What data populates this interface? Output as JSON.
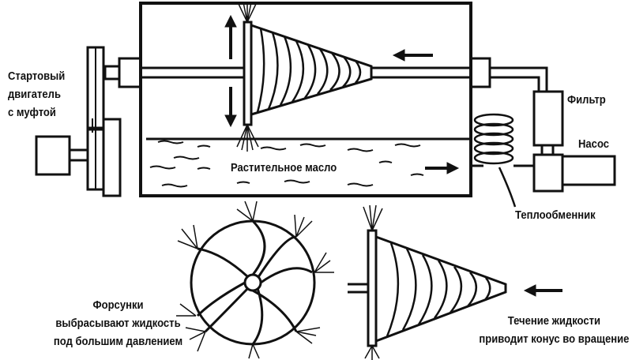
{
  "labels": {
    "starter_motor": [
      "Стартовый",
      "двигатель",
      "с муфтой"
    ],
    "filter": "Фильтр",
    "pump": "Насос",
    "vegetable_oil": "Растительное масло",
    "heat_exchanger": "Теплообменник",
    "nozzles": [
      "Форсунки",
      "выбрасывают жидкость",
      "под большим давлением"
    ],
    "flow": [
      "Течение жидкости",
      "приводит конус во вращение"
    ]
  },
  "colors": {
    "ink": "#111111",
    "background": "#ffffff"
  }
}
